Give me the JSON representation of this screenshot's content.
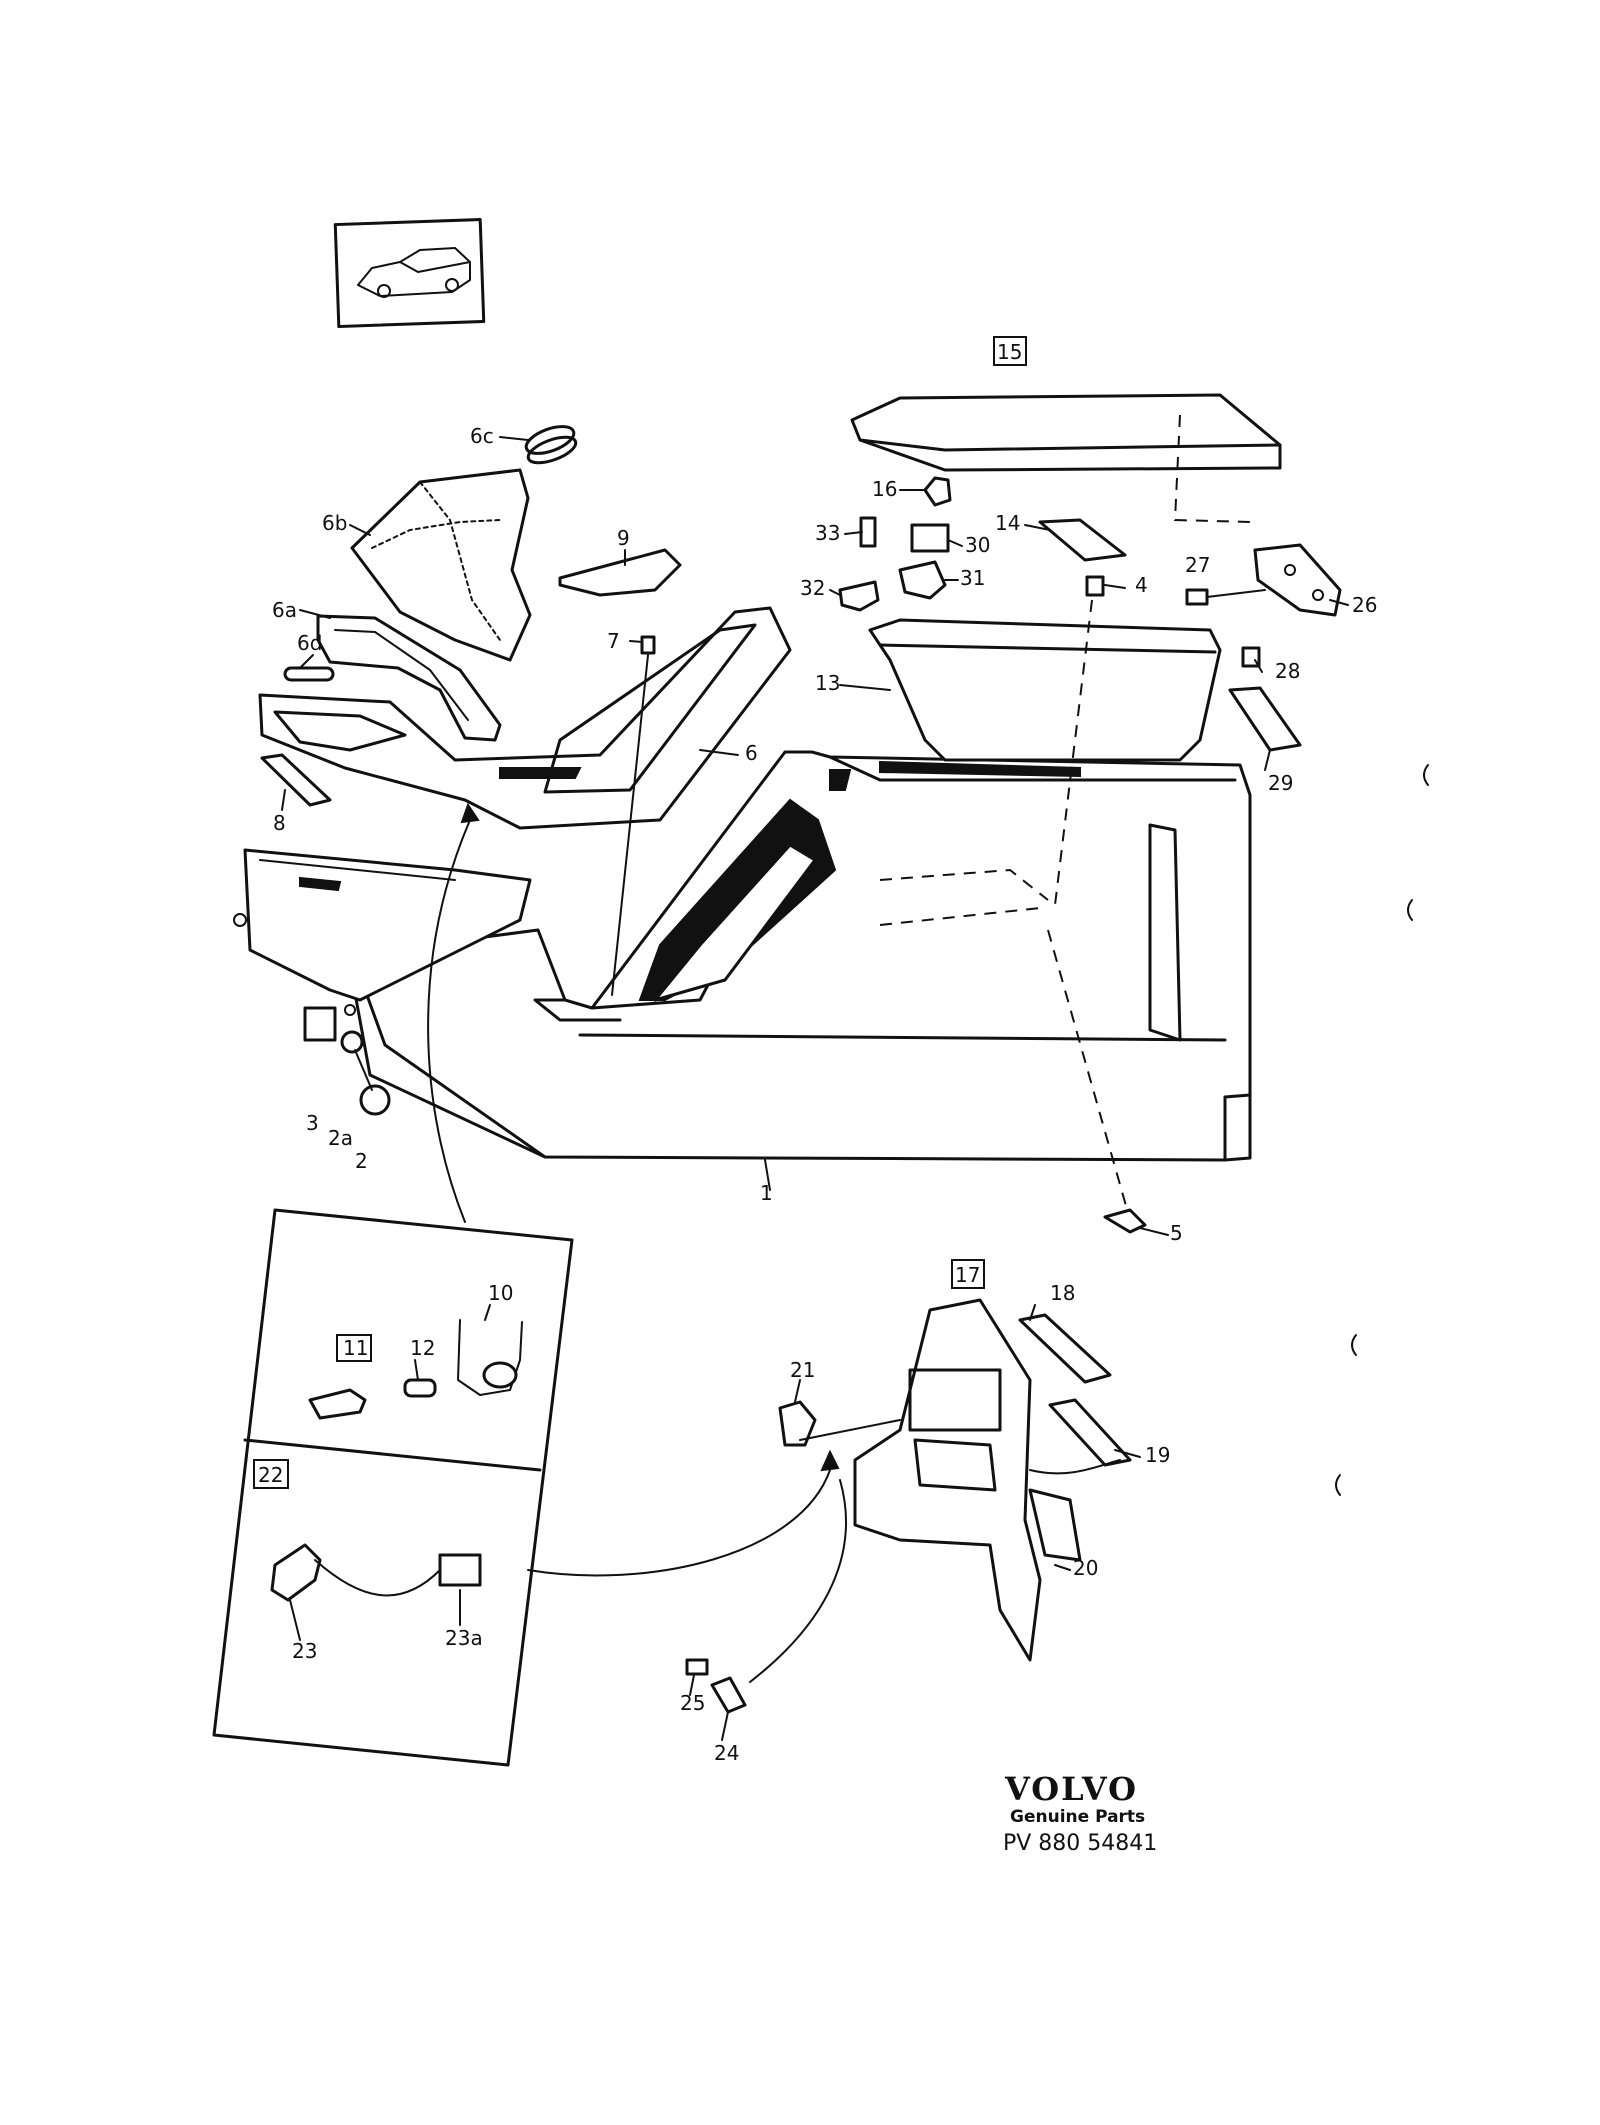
{
  "callouts": {
    "c1": "1",
    "c2": "2",
    "c2a": "2a",
    "c3": "3",
    "c4": "4",
    "c5": "5",
    "c6": "6",
    "c6a": "6a",
    "c6b": "6b",
    "c6c": "6c",
    "c6d": "6d",
    "c7": "7",
    "c8": "8",
    "c9": "9",
    "c10": "10",
    "c11": "11",
    "c12": "12",
    "c13": "13",
    "c14": "14",
    "c15": "15",
    "c16": "16",
    "c17": "17",
    "c18": "18",
    "c19": "19",
    "c20": "20",
    "c21": "21",
    "c22": "22",
    "c23": "23",
    "c23a": "23a",
    "c24": "24",
    "c25": "25",
    "c26": "26",
    "c27": "27",
    "c28": "28",
    "c29": "29",
    "c30": "30",
    "c31": "31",
    "c32": "32",
    "c33": "33"
  },
  "branding": {
    "brand": "VOLVO",
    "tagline": "Genuine Parts",
    "code": "PV 880 54841"
  }
}
